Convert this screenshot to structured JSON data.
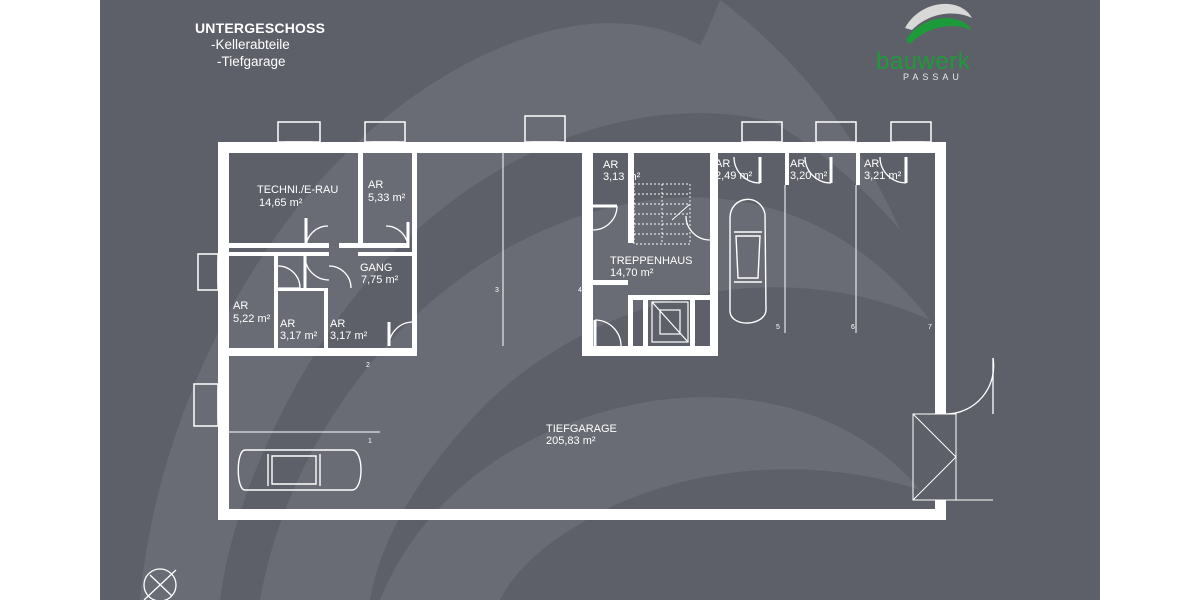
{
  "header": {
    "title": "UNTERGESCHOSS",
    "lines": [
      "-Kellerabteile",
      "-Tiefgarage"
    ]
  },
  "logo": {
    "name": "bauwerk",
    "sub": "PASSAU",
    "colors": {
      "green": "#1d9a3a",
      "silver": "#e0e0e0"
    }
  },
  "rooms": {
    "techni": {
      "name": "TECHNI./E-RAU",
      "area": "14,65 m²"
    },
    "ar_533": {
      "name": "AR",
      "area": "5,33 m²"
    },
    "gang": {
      "name": "GANG",
      "area": "7,75 m²"
    },
    "ar_522": {
      "name": "AR",
      "area": "5,22 m²"
    },
    "ar_317a": {
      "name": "AR",
      "area": "3,17 m²"
    },
    "ar_317b": {
      "name": "AR",
      "area": "3,17 m²"
    },
    "ar_313": {
      "name": "AR",
      "area": "3,13 m²"
    },
    "treppenhaus": {
      "name": "TREPPENHAUS",
      "area": "14,70 m²"
    },
    "ar_249": {
      "name": "AR",
      "area": "2,49 m²"
    },
    "ar_320": {
      "name": "AR",
      "area": "3,20 m²"
    },
    "ar_321": {
      "name": "AR",
      "area": "3,21 m²"
    },
    "tiefgarage": {
      "name": "TIEFGARAGE",
      "area": "205,83 m²"
    }
  },
  "parking_numbers": [
    "1",
    "2",
    "3",
    "4",
    "5",
    "6",
    "7"
  ],
  "colors": {
    "background": "#5d6068",
    "walls": "#ffffff"
  }
}
